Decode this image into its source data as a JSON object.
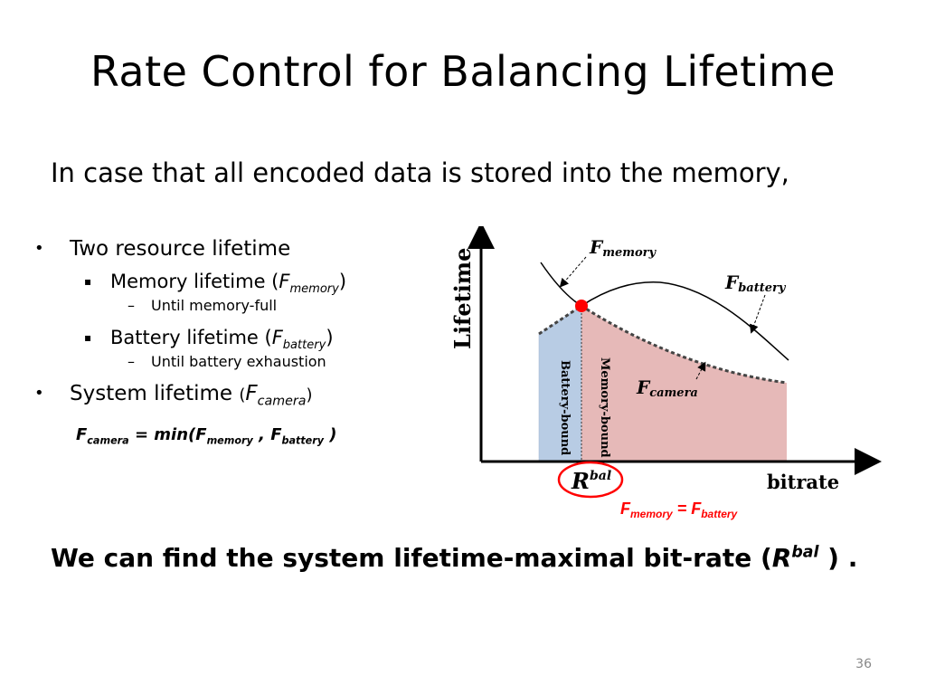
{
  "slide": {
    "title": "Rate Control for Balancing Lifetime",
    "intro": "In case that all encoded data is stored into the memory,",
    "page_number": "36"
  },
  "bullets": {
    "item1": {
      "marker": "•",
      "text": "Two resource lifetime"
    },
    "item1_1": {
      "marker": "▪",
      "text": "Memory lifetime (",
      "f": "F",
      "sub": "memory",
      "close": ")"
    },
    "item1_1_1": {
      "marker": "–",
      "text": "Until memory-full"
    },
    "item1_2": {
      "marker": "▪",
      "text": "Battery lifetime (",
      "f": "F",
      "sub": "battery",
      "close": ")"
    },
    "item1_2_1": {
      "marker": "–",
      "text": "Until battery exhaustion"
    },
    "item2": {
      "marker": "•",
      "text": "System lifetime ",
      "open": "(",
      "f": "F",
      "sub": "camera",
      "close": ")"
    }
  },
  "formula": {
    "lhs_f": "F",
    "lhs_sub": "camera",
    "eq": " = min(",
    "a_f": "F",
    "a_sub": "memory",
    "comma": " , ",
    "b_f": "F",
    "b_sub": "battery",
    "end": " )"
  },
  "diagram": {
    "y_axis_label": "Lifetime",
    "x_axis_label": "bitrate",
    "f_memory": {
      "f": "F",
      "sub": "memory"
    },
    "f_battery": {
      "f": "F",
      "sub": "battery"
    },
    "f_camera": {
      "f": "F",
      "sub": "camera"
    },
    "region_left": "Battery-bound",
    "region_right": "Memory-bound",
    "rbal": {
      "r": "R",
      "sup": "bal"
    },
    "balance_note": {
      "f1": "F",
      "s1": "memory",
      "eq": " = ",
      "f2": "F",
      "s2": "battery"
    },
    "colors": {
      "battery_region": "#b8cce4",
      "memory_region": "#e6b9b8",
      "point": "#ff0000",
      "note": "#ff0000"
    }
  },
  "conclusion": {
    "text": "We can find the system lifetime-maximal bit-rate (",
    "r": "R",
    "sup": "bal",
    "end": " ) ."
  }
}
